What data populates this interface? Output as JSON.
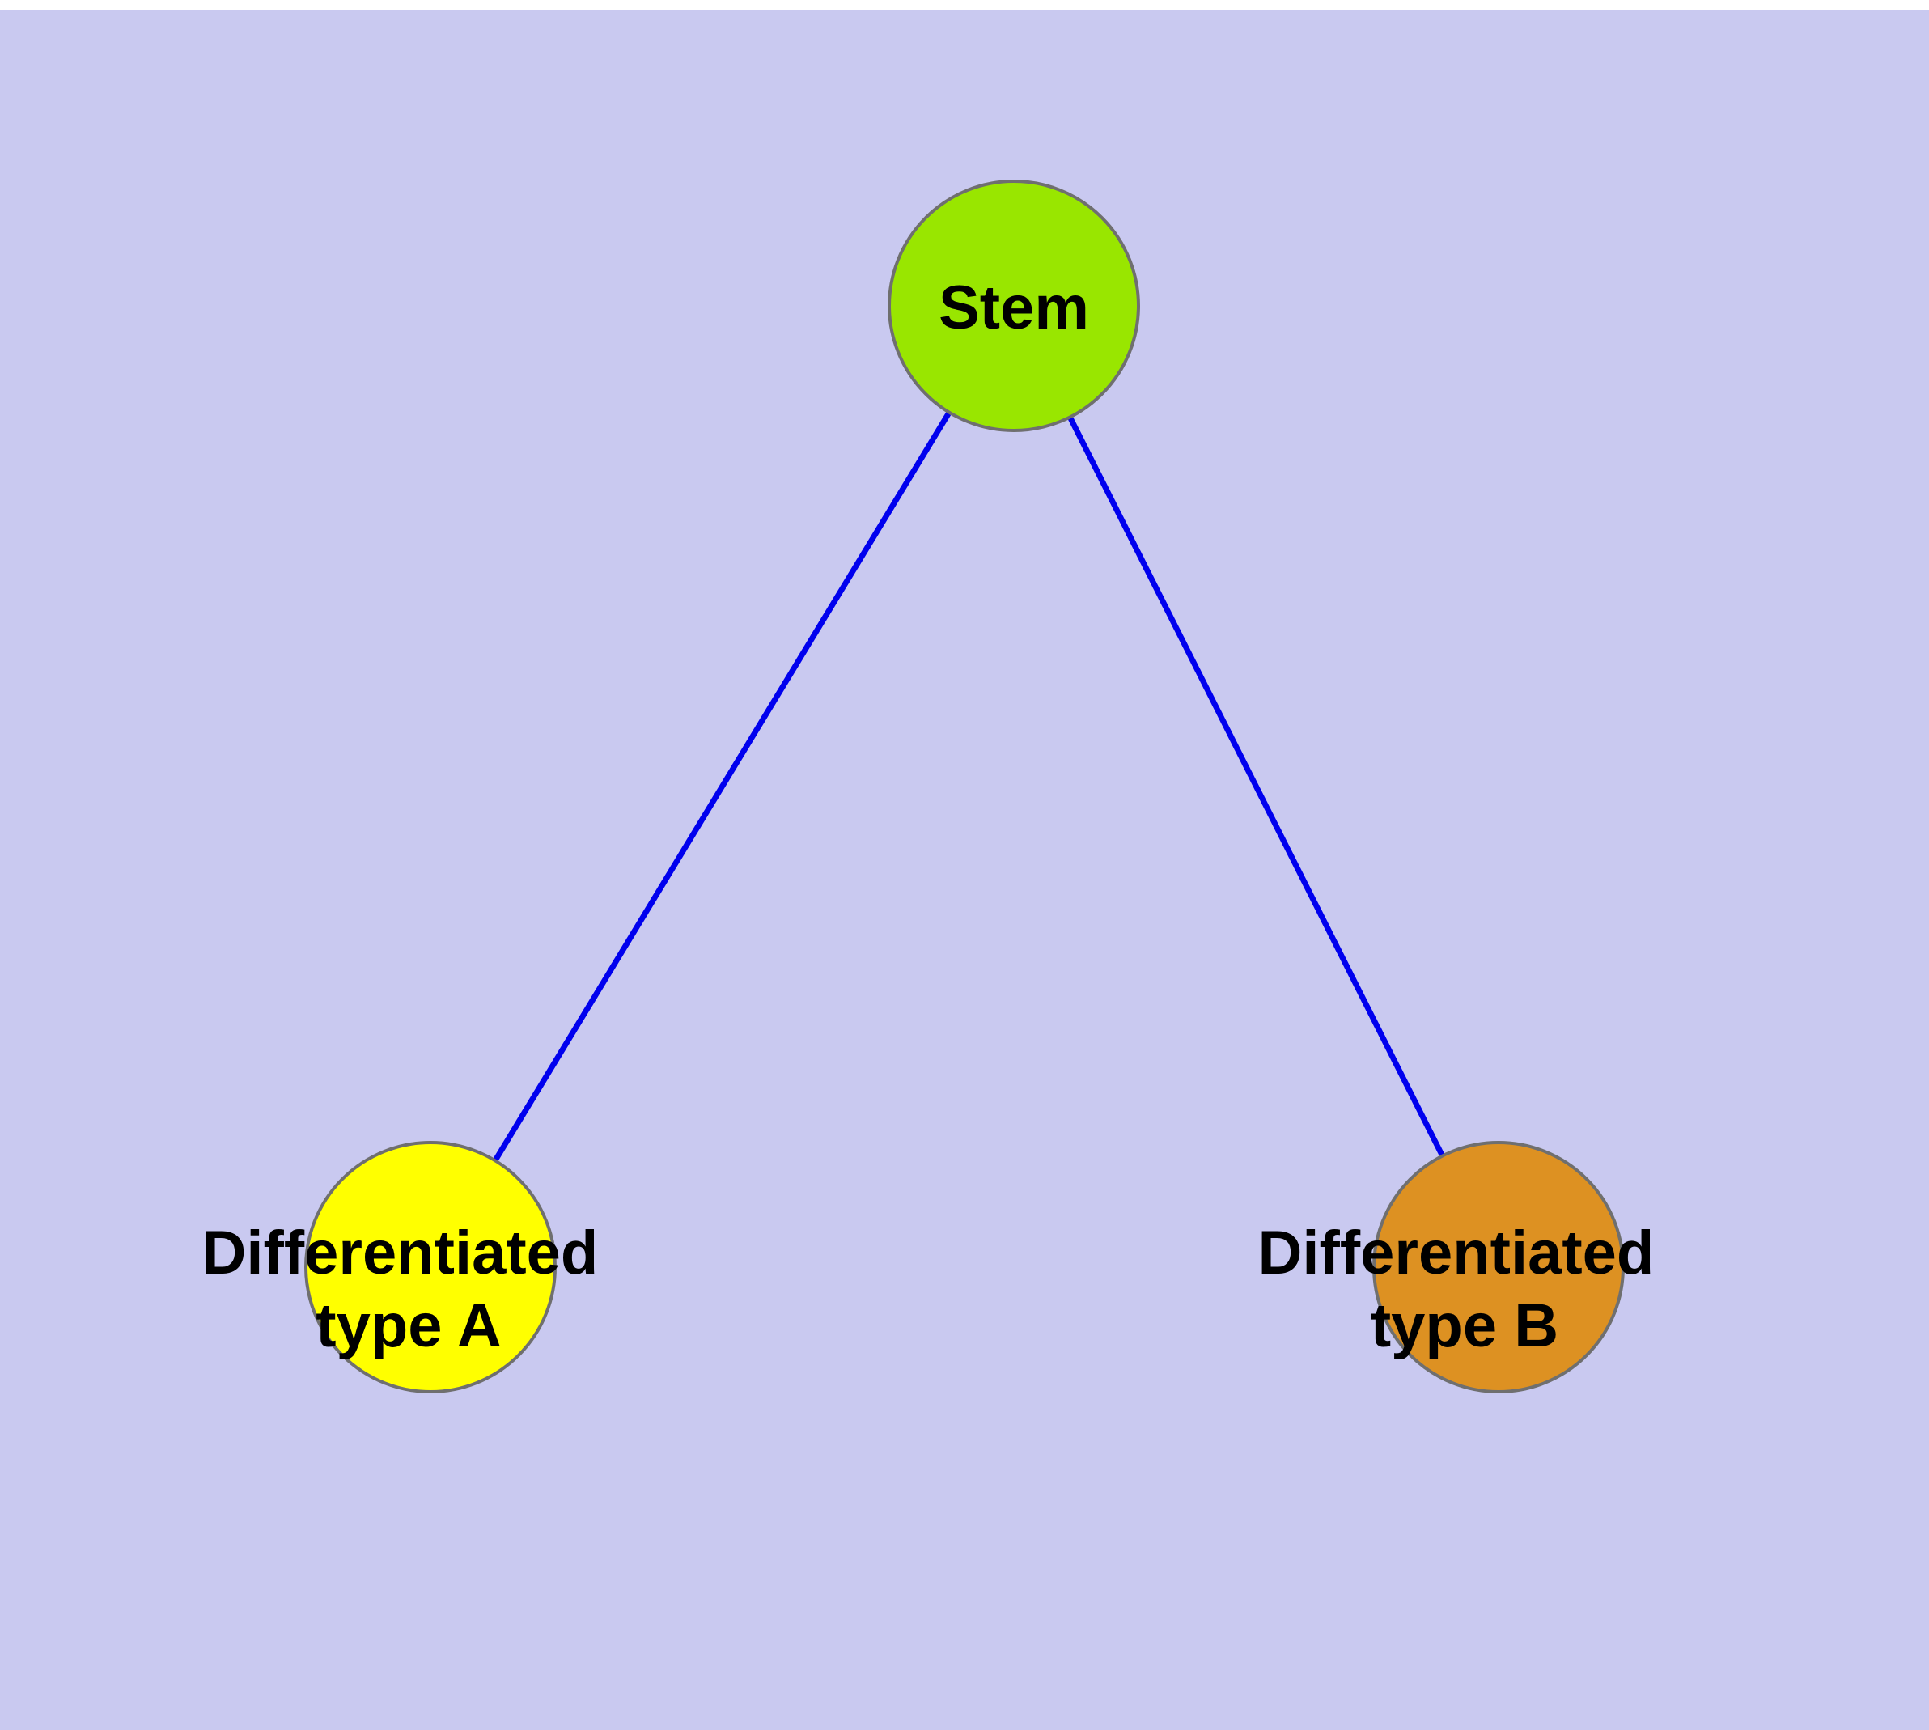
{
  "canvas": {
    "background": "#c9c9f0",
    "top_strip_color": "#ffffff"
  },
  "edges": {
    "color": "#0000ee",
    "list": [
      {
        "from": "Stem",
        "to": "Differentiated type A"
      },
      {
        "from": "Stem",
        "to": "Differentiated type B"
      }
    ]
  },
  "nodes": {
    "stem": {
      "label": "Stem",
      "color": "#99e600"
    },
    "type_a": {
      "label": "Differentiated type A",
      "label_line1": "Differentiated",
      "label_line2": "type A",
      "color": "#ffff00"
    },
    "type_b": {
      "label": "Differentiated type B",
      "label_line1": "Differentiated",
      "label_line2": "type B",
      "color": "#dd9122"
    }
  }
}
